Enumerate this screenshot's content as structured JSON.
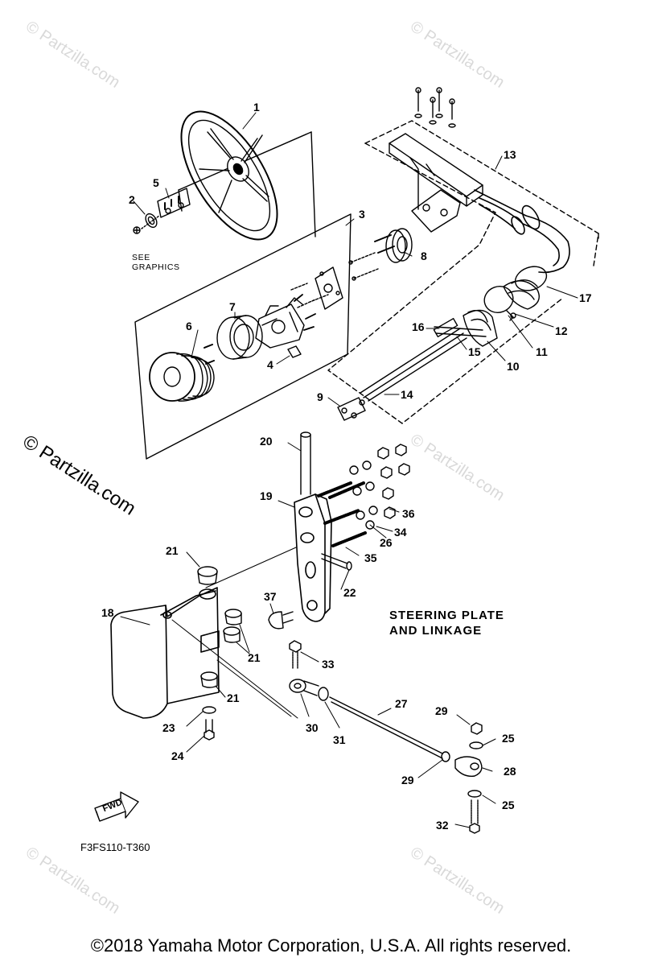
{
  "callouts": [
    "1",
    "2",
    "3",
    "4",
    "5",
    "6",
    "7",
    "8",
    "9",
    "10",
    "11",
    "12",
    "13",
    "14",
    "15",
    "16",
    "17",
    "18",
    "19",
    "20",
    "21",
    "21",
    "21",
    "22",
    "23",
    "24",
    "25",
    "25",
    "26",
    "27",
    "28",
    "29",
    "29",
    "30",
    "31",
    "32",
    "33",
    "34",
    "35",
    "36",
    "37"
  ],
  "see_graphics_line1": "SEE",
  "see_graphics_line2": "GRAPHICS",
  "section_title_line1": "STEERING PLATE",
  "section_title_line2": "AND LINKAGE",
  "fwd_label": "FWD",
  "diagram_code": "F3FS110-T360",
  "copyright": "©2018  Yamaha Motor Corporation, U.S.A. All rights reserved.",
  "watermark_main": "© Partzilla.com",
  "watermark": "© Partzilla.com"
}
